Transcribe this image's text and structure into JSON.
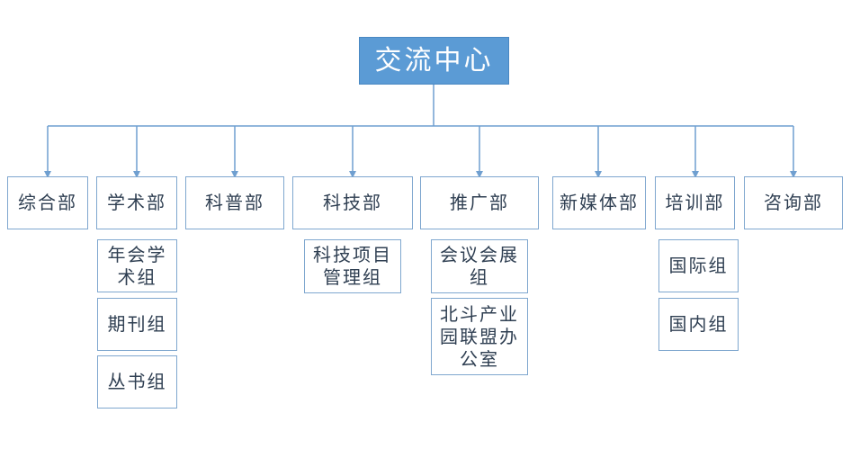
{
  "root": {
    "label": "交流中心"
  },
  "departments": [
    {
      "label": "综合部"
    },
    {
      "label": "学术部",
      "groups": [
        "年会学术组",
        "期刊组",
        "丛书组"
      ]
    },
    {
      "label": "科普部"
    },
    {
      "label": "科技部",
      "groups": [
        "科技项目管理组"
      ]
    },
    {
      "label": "推广部",
      "groups": [
        "会议会展组",
        "北斗产业园联盟办公室"
      ]
    },
    {
      "label": "新媒体部"
    },
    {
      "label": "培训部",
      "groups": [
        "国际组",
        "国内组"
      ]
    },
    {
      "label": "咨询部"
    }
  ],
  "colors": {
    "root_fill": "#5b9bd5",
    "box_border": "#7fa7cf",
    "connector": "#6f9fd0",
    "text": "#2f3f52"
  }
}
